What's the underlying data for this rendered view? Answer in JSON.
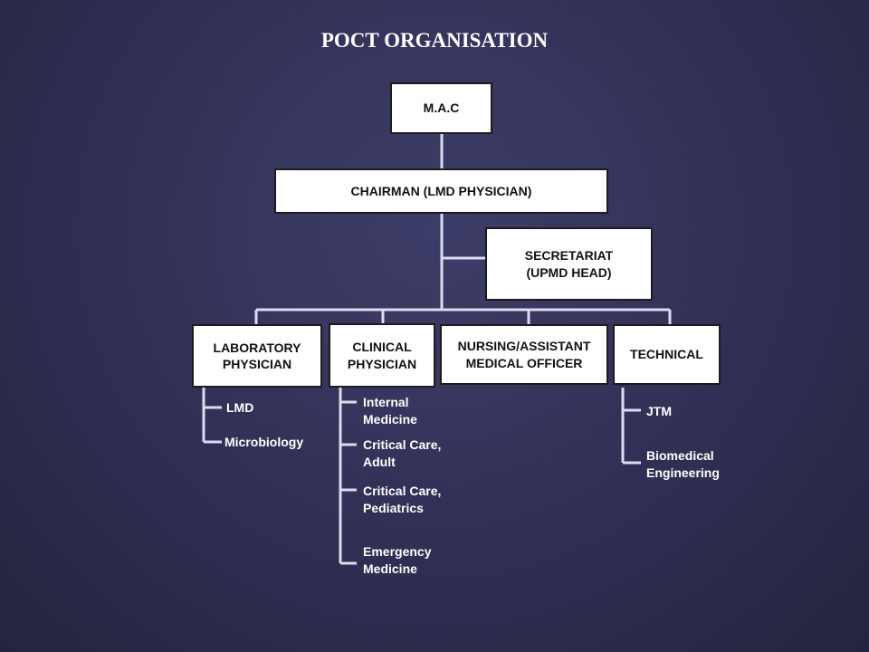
{
  "title": "POCT ORGANISATION",
  "colors": {
    "background": "#32325a",
    "line": "#dcdcf0",
    "box_fill": "#ffffff",
    "box_border": "#1c1c1c",
    "text_light": "#ffffff"
  },
  "nodes": {
    "mac": "M.A.C",
    "chairman": "CHAIRMAN (LMD PHYSICIAN)",
    "secretariat": [
      "SECRETARIAT",
      "(UPMD HEAD)"
    ],
    "laboratory": [
      "LABORATORY",
      "PHYSICIAN"
    ],
    "clinical": [
      "CLINICAL",
      "PHYSICIAN"
    ],
    "nursing": [
      "NURSING/ASSISTANT",
      "MEDICAL OFFICER"
    ],
    "technical": "TECHNICAL"
  },
  "laboratory_children": [
    "LMD",
    "Microbiology"
  ],
  "clinical_children": [
    [
      "Internal",
      "Medicine"
    ],
    [
      "Critical Care,",
      "Adult"
    ],
    [
      "Critical Care,",
      "Pediatrics"
    ],
    [
      "Emergency",
      "Medicine"
    ]
  ],
  "technical_children": [
    [
      "JTM"
    ],
    [
      "Biomedical",
      "Engineering"
    ]
  ]
}
